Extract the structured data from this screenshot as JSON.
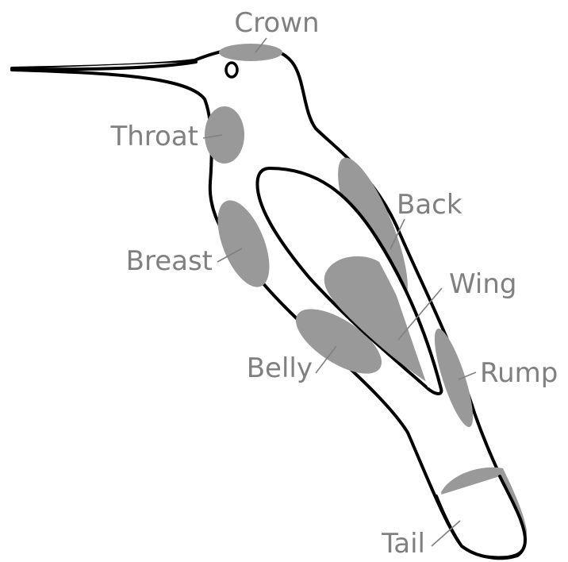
{
  "colors": {
    "outline": "#000000",
    "patch": "#999999",
    "label": "#808080",
    "background": "#ffffff"
  },
  "labels": {
    "crown": "Crown",
    "throat": "Throat",
    "back": "Back",
    "breast": "Breast",
    "wing": "Wing",
    "rump": "Rump",
    "belly": "Belly",
    "tail": "Tail"
  }
}
